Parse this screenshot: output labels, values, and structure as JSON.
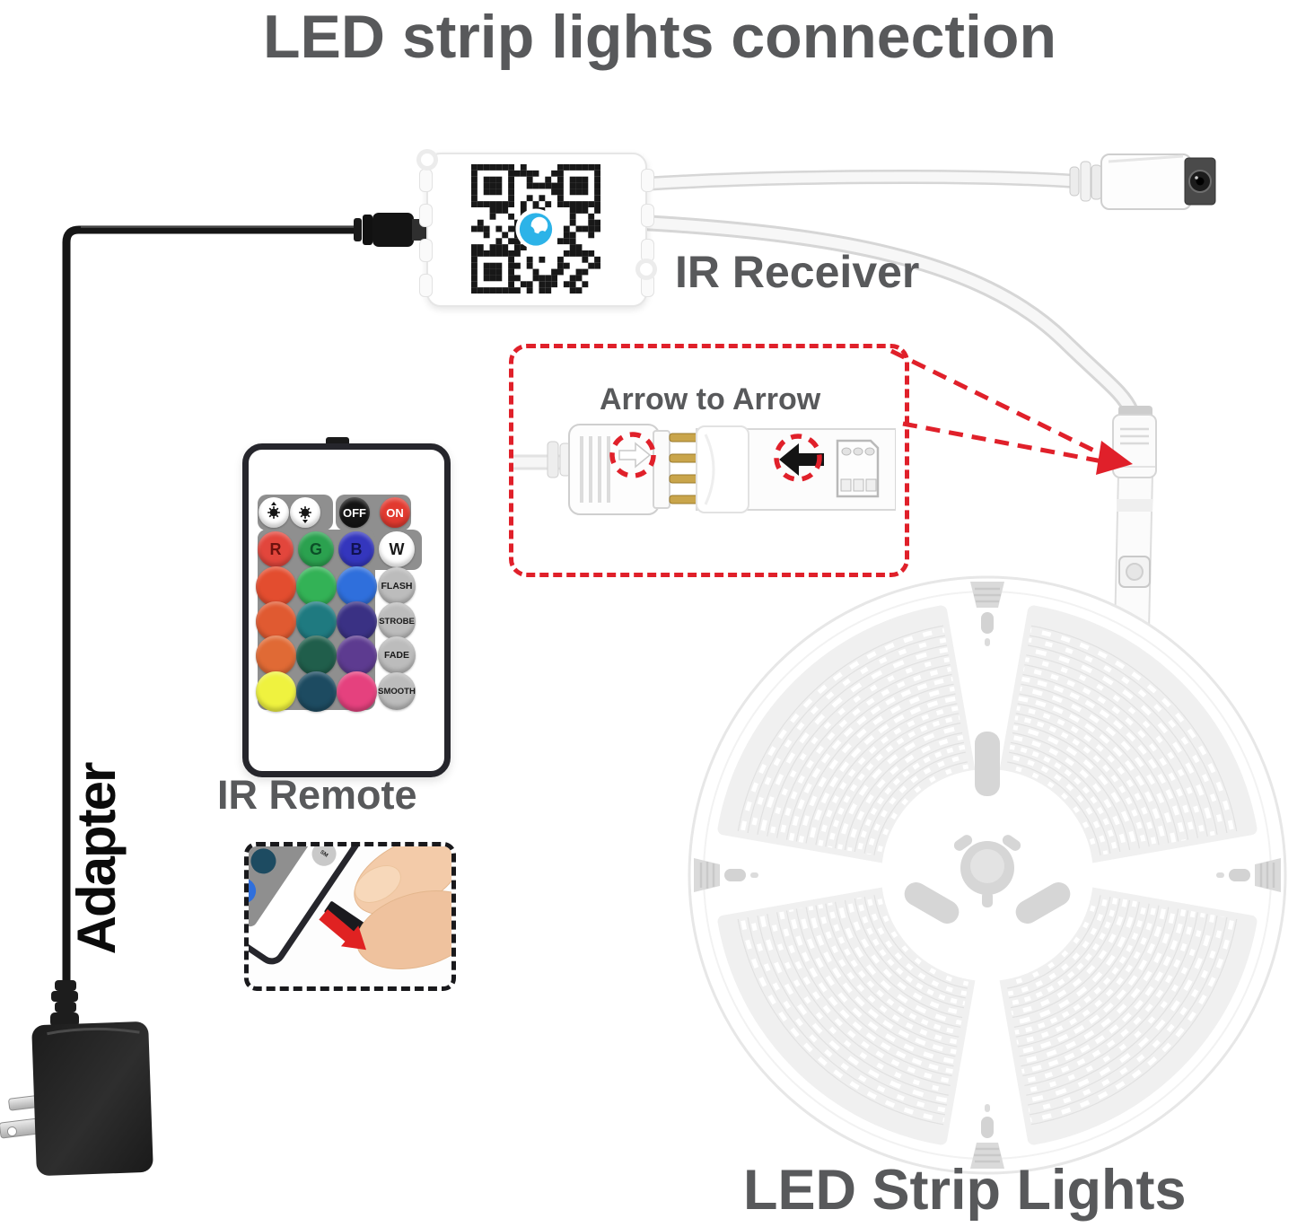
{
  "title": "LED strip lights connection",
  "labels": {
    "ir_receiver": "IR Receiver",
    "arrow_to_arrow": "Arrow to  Arrow",
    "ir_remote": "IR Remote",
    "adapter": "Adapter",
    "led_strip_lights": "LED Strip Lights"
  },
  "colors": {
    "label_gray": "#58595b",
    "callout_red": "#e0202a",
    "qr_logo_blue": "#2cb3e8",
    "remote_pad_gray": "#8f8f8f",
    "on_button_red": "#e23a30"
  },
  "remote": {
    "top_row": [
      {
        "name": "brightness-up-button",
        "icon": "sun-up-icon",
        "bg": "#ffffff"
      },
      {
        "name": "brightness-down-button",
        "icon": "sun-down-icon",
        "bg": "#ffffff"
      },
      {
        "name": "off-button",
        "label": "OFF",
        "bg": "#141414",
        "fg": "#ffffff"
      },
      {
        "name": "on-button",
        "label": "ON",
        "bg": "#e23a30",
        "fg": "#ffffff"
      }
    ],
    "grid": [
      [
        {
          "label": "R",
          "bg": "#e2463c",
          "fg": "#6e120e"
        },
        {
          "label": "G",
          "bg": "#2ba14f",
          "fg": "#0c4f28"
        },
        {
          "label": "B",
          "bg": "#3436bd",
          "fg": "#101250"
        },
        {
          "label": "W",
          "bg": "#ffffff",
          "fg": "#191919"
        }
      ],
      [
        {
          "bg": "#e34d2f"
        },
        {
          "bg": "#33b256"
        },
        {
          "bg": "#2f6fdc"
        },
        {
          "label": "FLASH",
          "bg": "#bcbcbc",
          "fg": "#1a1a1a"
        }
      ],
      [
        {
          "bg": "#e05a31"
        },
        {
          "bg": "#1f7a80"
        },
        {
          "bg": "#3a3184"
        },
        {
          "label": "STROBE",
          "bg": "#bcbcbc",
          "fg": "#1a1a1a"
        }
      ],
      [
        {
          "bg": "#e06a35"
        },
        {
          "bg": "#205e4b"
        },
        {
          "bg": "#5d3b90"
        },
        {
          "label": "FADE",
          "bg": "#bcbcbc",
          "fg": "#1a1a1a"
        }
      ],
      [
        {
          "bg": "#eff23f"
        },
        {
          "bg": "#1d4b61"
        },
        {
          "bg": "#e5417e"
        },
        {
          "label": "SMOOTH",
          "bg": "#bcbcbc",
          "fg": "#1a1a1a"
        }
      ]
    ]
  }
}
